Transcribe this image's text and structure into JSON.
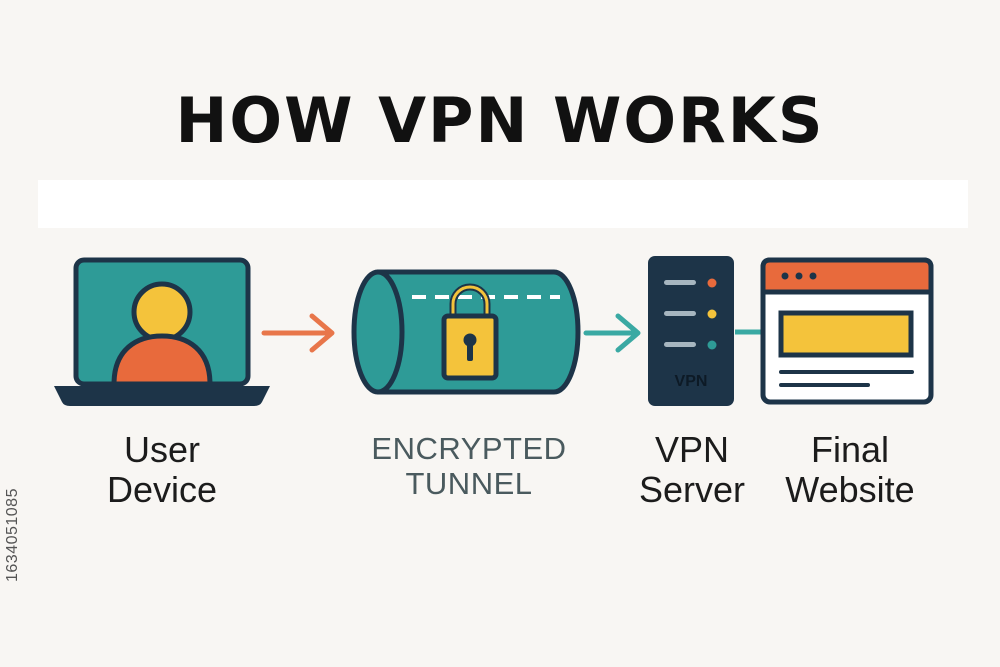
{
  "title": "HOW VPN WORKS",
  "nodes": {
    "user_device": {
      "line1": "User",
      "line2": "Device",
      "icon": "laptop-user-icon"
    },
    "encrypted_tunnel": {
      "line1": "ENCRYPTED",
      "line2": "TUNNEL",
      "icon": "tunnel-lock-icon"
    },
    "vpn_server": {
      "line1": "VPN",
      "line2": "Server",
      "icon_text": "VPN",
      "icon": "server-icon"
    },
    "final_website": {
      "line1": "Final",
      "line2": "Website",
      "icon": "browser-window-icon"
    }
  },
  "side_id": "1634051085",
  "colors": {
    "teal": "#2e9b97",
    "navy": "#1d3448",
    "orange": "#e86a3c",
    "yellow": "#f4c33b",
    "arrow_orange": "#e8764a",
    "arrow_teal": "#3aa9a3"
  }
}
